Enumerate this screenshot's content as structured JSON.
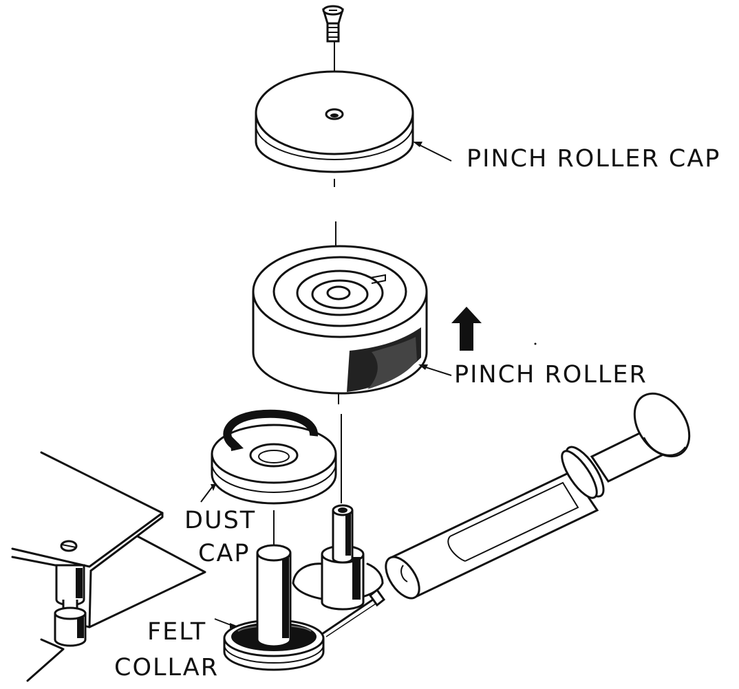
{
  "labels": {
    "pinch_roller_cap": "PINCH ROLLER CAP",
    "pinch_roller": "PINCH ROLLER",
    "dust_cap_line1": "DUST",
    "dust_cap_line2": "CAP",
    "felt_collar_line1": "FELT",
    "felt_collar_line2": "COLLAR"
  },
  "colors": {
    "ink": "#111111",
    "paper": "#ffffff"
  },
  "icons": {
    "direction_arrow": "arrow-up-icon",
    "retaining_ring": "circular-arrow-icon"
  }
}
